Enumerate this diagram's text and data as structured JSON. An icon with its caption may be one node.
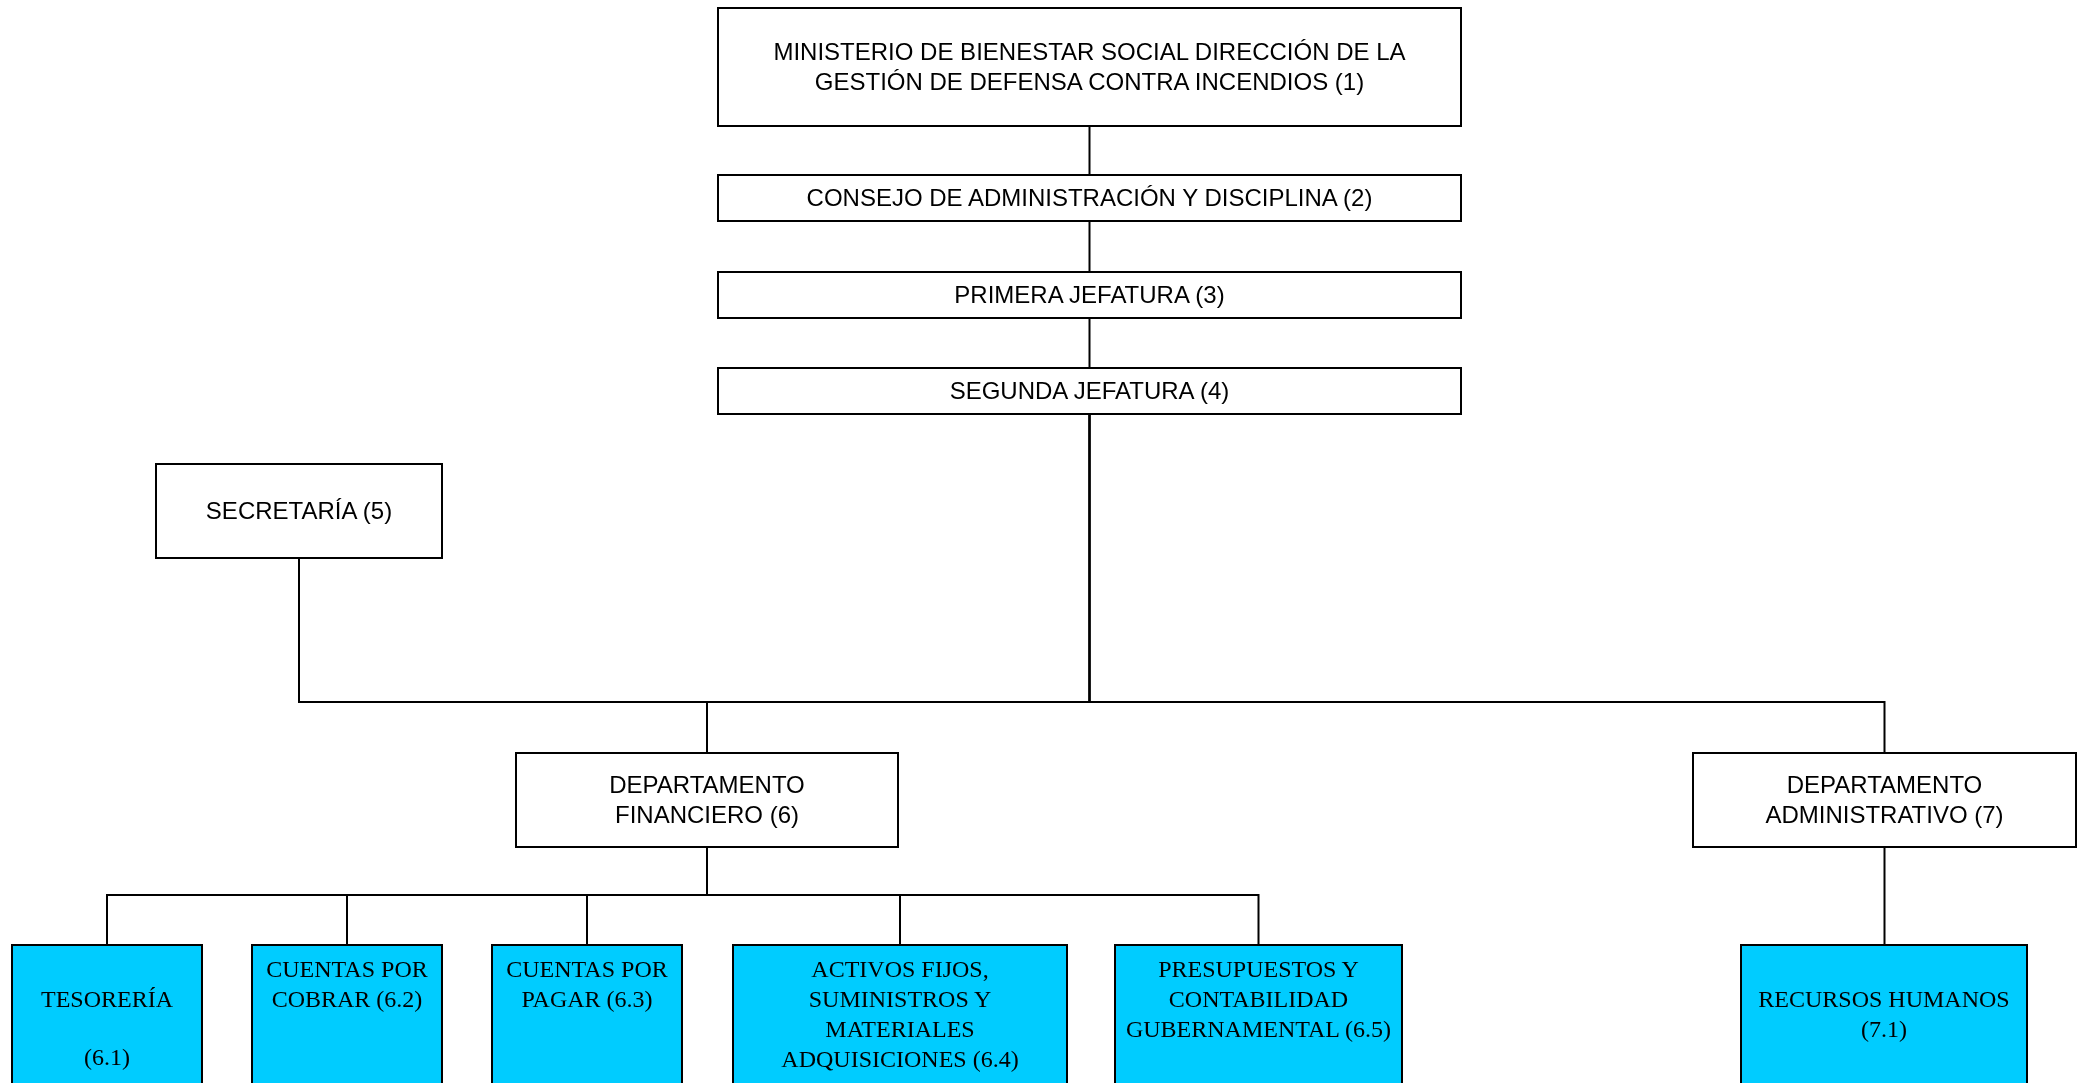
{
  "diagram": {
    "nodes": [
      {
        "text": [
          "MINISTERIO DE BIENESTAR SOCIAL DIRECCIÓN DE LA GESTIÓN DE DEFENSA CONTRA INCENDIOS (1)"
        ]
      },
      {
        "text": [
          "CONSEJO DE ADMINISTRACIÓN Y DISCIPLINA (2)"
        ]
      },
      {
        "text": [
          "PRIMERA JEFATURA (3)"
        ]
      },
      {
        "text": [
          "SEGUNDA JEFATURA (4)"
        ]
      },
      {
        "text": [
          "SECRETARÍA (5)"
        ]
      },
      {
        "text": [
          "DEPARTAMENTO FINANCIERO (6)"
        ]
      },
      {
        "text": [
          "DEPARTAMENTO ADMINISTRATIVO (7)"
        ]
      },
      {
        "text": [
          "TESORERÍA",
          "(6.1)"
        ]
      },
      {
        "text": [
          "CUENTAS POR COBRAR (6.2)"
        ]
      },
      {
        "text": [
          "CUENTAS POR PAGAR (6.3)"
        ]
      },
      {
        "text": [
          "ACTIVOS FIJOS, SUMINISTROS Y MATERIALES ADQUISICIONES (6.4)"
        ]
      },
      {
        "text": [
          "PRESUPUESTOS Y CONTABILIDAD GUBERNAMENTAL (6.5)"
        ]
      },
      {
        "text": [
          "RECURSOS HUMANOS (7.1)"
        ]
      }
    ],
    "edges": [
      {
        "from": 0,
        "to": 1,
        "arrow": "none"
      },
      {
        "from": 1,
        "to": 2,
        "arrow": "none"
      },
      {
        "from": 2,
        "to": 3,
        "arrow": "none"
      },
      {
        "from": 3,
        "to": 4,
        "arrow": "none"
      },
      {
        "from": 3,
        "to": 5,
        "arrow": "none"
      },
      {
        "from": 3,
        "to": 6,
        "arrow": "none"
      },
      {
        "from": 5,
        "to": 7,
        "arrow": "none"
      },
      {
        "from": 5,
        "to": 8,
        "arrow": "none"
      },
      {
        "from": 5,
        "to": 9,
        "arrow": "none"
      },
      {
        "from": 5,
        "to": 10,
        "arrow": "none"
      },
      {
        "from": 5,
        "to": 11,
        "arrow": "none"
      },
      {
        "from": 6,
        "to": 12,
        "arrow": "none"
      }
    ]
  }
}
